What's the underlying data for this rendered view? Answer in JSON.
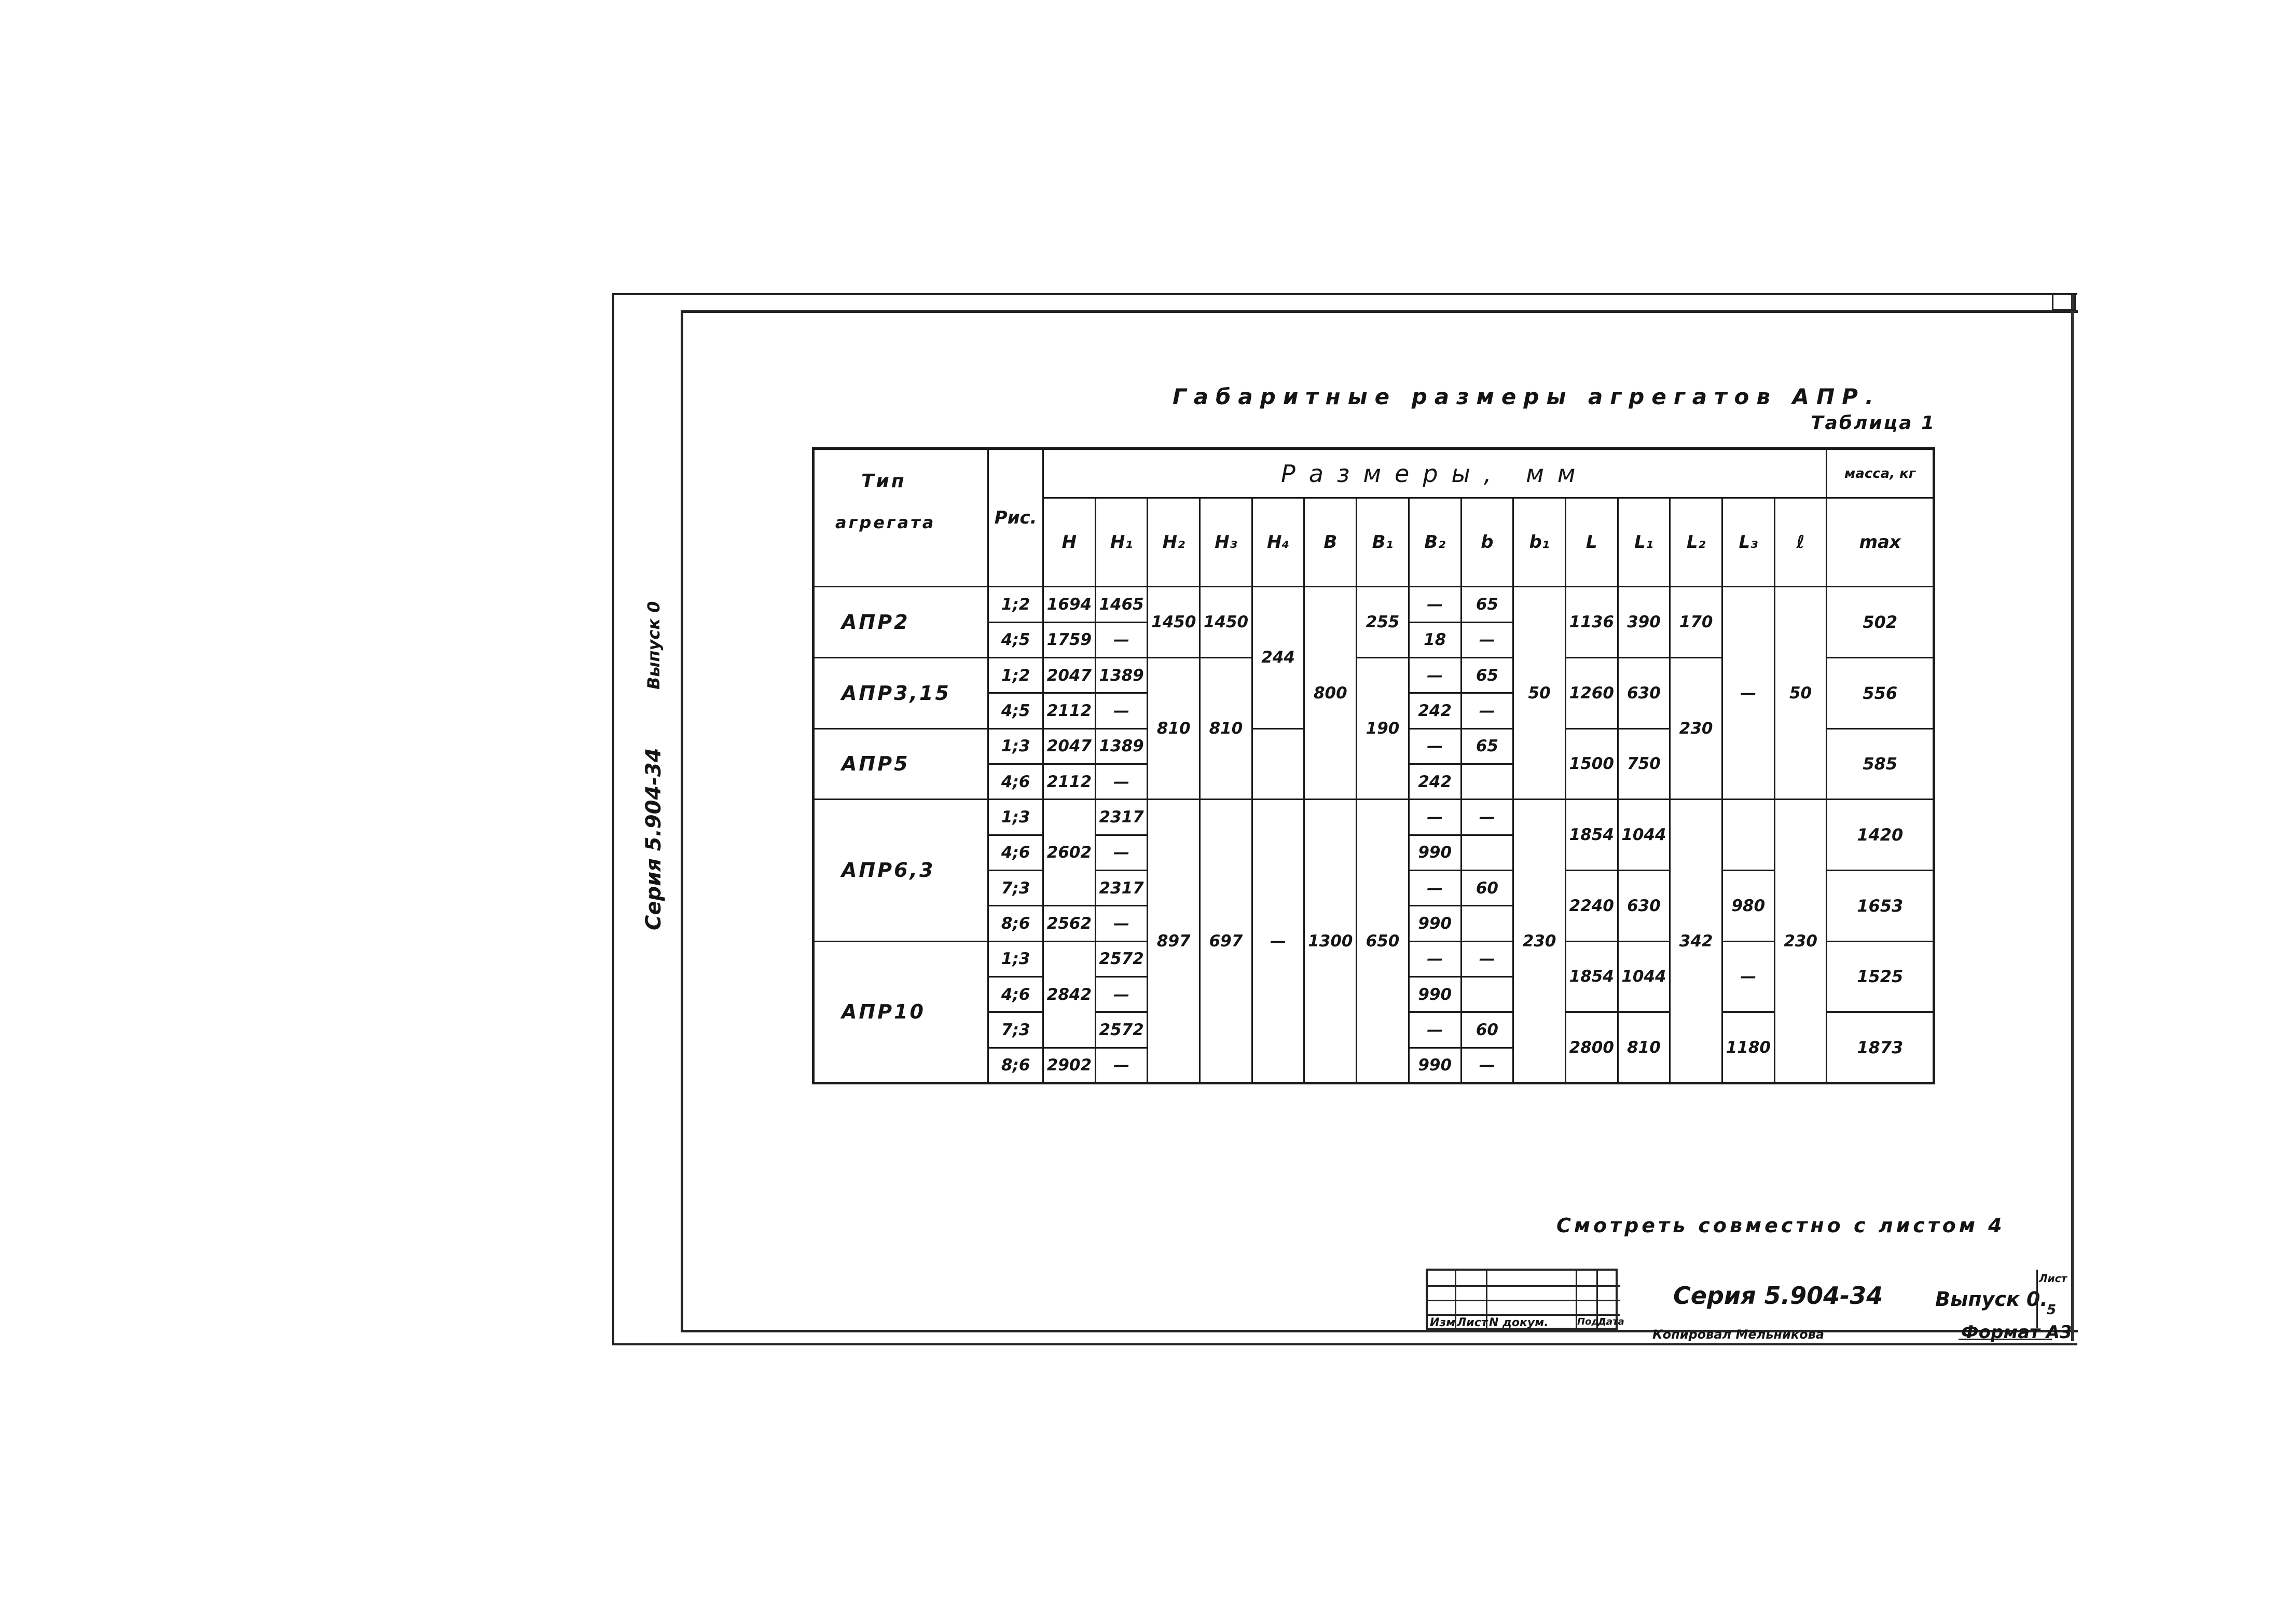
{
  "document": {
    "title": "Габаритные размеры агрегатов АПР.",
    "table_label": "Таблица 1",
    "side_series": "Серия 5.904-34",
    "side_issue": "Выпуск 0",
    "note": "Смотреть совместно с листом 4"
  },
  "table": {
    "type_header_1": "Тип",
    "type_header_2": "агрегата",
    "fig_header": "Рис.",
    "dims_header": "Размеры, мм",
    "mass_header_1": "масса, кг",
    "mass_header_2": "max",
    "col_headers": [
      "H",
      "H₁",
      "H₂",
      "H₃",
      "H₄",
      "B",
      "B₁",
      "B₂",
      "b",
      "b₁",
      "L",
      "L₁",
      "L₂",
      "L₃",
      "ℓ"
    ],
    "types": [
      "АПР2",
      "АПР3,15",
      "АПР5",
      "АПР6,3",
      "АПР10"
    ],
    "figs": [
      "1;2",
      "4;5",
      "1;2",
      "4;5",
      "1;3",
      "4;6",
      "1;3",
      "4;6",
      "7;3",
      "8;6",
      "1;3",
      "4;6",
      "7;3",
      "8;6"
    ],
    "H": [
      "1694",
      "1759",
      "2047",
      "2112",
      "2047",
      "2112",
      "2602",
      "2562",
      "2842",
      "2902"
    ],
    "H1": [
      "1465",
      "—",
      "1389",
      "—",
      "1389",
      "—",
      "2317",
      "—",
      "2317",
      "—",
      "2572",
      "—",
      "2572",
      "—"
    ],
    "H2": [
      "1450",
      "810",
      "897"
    ],
    "H3": [
      "1450",
      "810",
      "697"
    ],
    "H4": [
      "244",
      "—"
    ],
    "B": [
      "800",
      "1300"
    ],
    "B1": [
      "255",
      "190",
      "650"
    ],
    "B2": [
      "—",
      "18",
      "—",
      "242",
      "—",
      "242",
      "—",
      "990",
      "—",
      "990",
      "—",
      "990",
      "—",
      "990"
    ],
    "b": [
      "65",
      "—",
      "65",
      "—",
      "65",
      "",
      "—",
      "",
      "60",
      "",
      "—",
      "",
      "60",
      "—"
    ],
    "b1": [
      "50",
      "230"
    ],
    "L": [
      "1136",
      "1260",
      "1500",
      "1854",
      "2240",
      "1854",
      "2800"
    ],
    "L1": [
      "390",
      "630",
      "750",
      "1044",
      "630",
      "1044",
      "810"
    ],
    "L2": [
      "170",
      "230",
      "342"
    ],
    "L3": [
      "—",
      "980",
      "—",
      "1180"
    ],
    "l": [
      "50",
      "230"
    ],
    "mass": [
      "502",
      "556",
      "585",
      "1420",
      "1653",
      "1525",
      "1873"
    ]
  },
  "title_block": {
    "captions": [
      "Изм",
      "Лист",
      "N докум.",
      "Подп.",
      "Дата"
    ],
    "series": "Серия 5.904-34",
    "issue": "Выпуск 0.",
    "sheet_label": "Лист",
    "sheet_number": "5",
    "copied_by": "Копировал Мельникова",
    "format": "Формат А3"
  }
}
